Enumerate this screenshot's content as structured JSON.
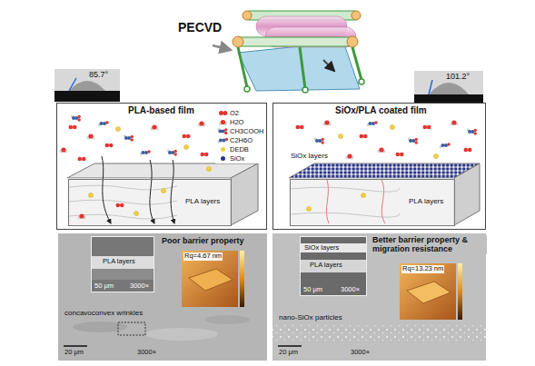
{
  "diagram": {
    "nodes": [
      {
        "text": [
          "PLA-based film"
        ]
      },
      {
        "text": [
          "PLA layers"
        ],
        "in": 0
      },
      {
        "text": [
          "SiOx/PLA coated film"
        ]
      },
      {
        "text": [
          "SiOx layers"
        ],
        "in": 2
      },
      {
        "text": [
          "PLA layers"
        ],
        "in": 2
      },
      {
        "text": [
          "Poor barrier property"
        ]
      },
      {
        "text": [
          "PLA layers",
          "50 μm",
          "3000×"
        ],
        "in": 5
      },
      {
        "text": [
          "Rq=4.67 nm"
        ],
        "in": 5
      },
      {
        "text": [
          "Better barrier property & migration resistance"
        ]
      },
      {
        "text": [
          "SiOx layers",
          "PLA layers",
          "50 μm",
          "3000×"
        ],
        "in": 8
      },
      {
        "text": [
          "Rq=13.23 nm"
        ],
        "in": 8
      }
    ],
    "labels": [
      "PECVD",
      "85.7°",
      "101.2°",
      "concavoconvex wrinkles",
      "20 μm",
      "3000×",
      "nano-SiOx particles",
      "20 μm",
      "3000×"
    ],
    "legend": [
      {
        "text": "O2",
        "color": "#e3342f"
      },
      {
        "text": "H2O"
      },
      {
        "text": "CH3COOH"
      },
      {
        "text": "C2H6O"
      },
      {
        "text": "DEDB",
        "color": "#f0cf45"
      },
      {
        "text": "SiOx",
        "color": "#27348b"
      }
    ]
  }
}
